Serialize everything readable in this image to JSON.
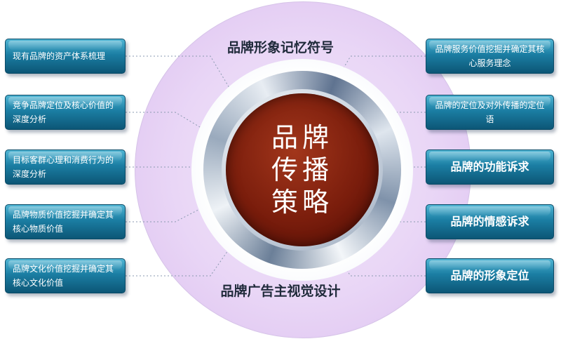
{
  "center": {
    "line1": "品牌",
    "line2": "传播",
    "line3": "策略"
  },
  "top_label": "品牌形象记忆符号",
  "bottom_label": "品牌广告主视觉设计",
  "left_items": [
    {
      "text": "现有品牌的资产体系梳理"
    },
    {
      "text": "竞争品牌定位及核心价值的深度分析"
    },
    {
      "text": "目标客群心理和消费行为的深度分析"
    },
    {
      "text": "品牌物质价值挖掘并确定其核心物质价值"
    },
    {
      "text": "品牌文化价值挖掘并确定其核心文化价值"
    }
  ],
  "right_items": [
    {
      "text": "品牌服务价值挖掘并确定其核心服务理念"
    },
    {
      "text": "品牌的定位及对外传播的定位语"
    },
    {
      "text": "品牌的功能诉求"
    },
    {
      "text": "品牌的情感诉求"
    },
    {
      "text": "品牌的形象定位"
    }
  ],
  "colors": {
    "box_top": "#4fb5d4",
    "box_bottom": "#0c5676",
    "core": "#7a1d0c",
    "circle": "#e9d6f6"
  }
}
